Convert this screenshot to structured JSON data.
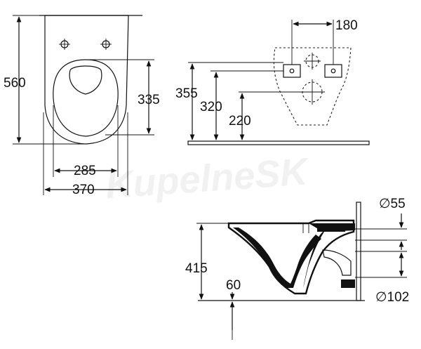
{
  "watermark": "KupelneSK",
  "front_view": {
    "height_total": "560",
    "seat_height": "335",
    "inner_width": "285",
    "outer_width": "370"
  },
  "wall_mount": {
    "bolt_spacing": "180",
    "height_bolts_upper": "355",
    "height_bolts": "320",
    "height_outlet": "220"
  },
  "side_view": {
    "height": "415",
    "bottom_offset": "60",
    "inlet_diameter": "∅55",
    "outlet_diameter": "∅102"
  }
}
